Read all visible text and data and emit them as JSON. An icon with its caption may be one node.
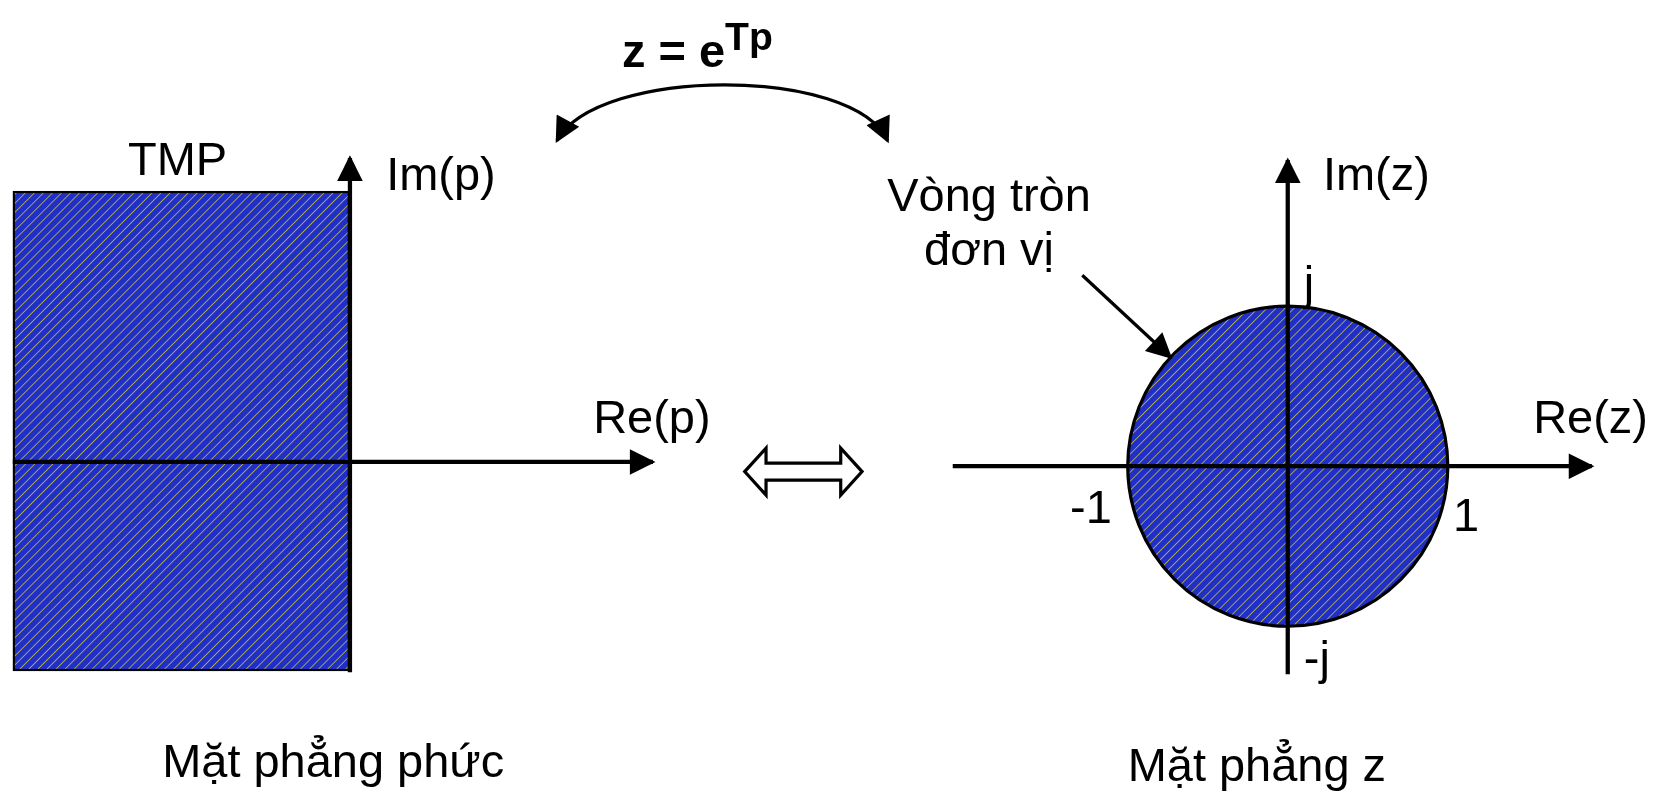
{
  "diagram": {
    "nodes": [
      {
        "text": [
          "TMP"
        ]
      },
      {
        "text": [
          "Vòng tròn đơn vị"
        ]
      },
      {
        "text": [],
        "shape": "circle"
      }
    ],
    "edges": [
      {
        "from": 1,
        "to": 2,
        "arrow": "to"
      }
    ],
    "labels": [
      "z = e$^{Tp}$",
      "Im(p)",
      "Re(p)",
      "Im(z)",
      "j",
      "Re(z)",
      "-1",
      "1",
      "-j",
      "Mặt phẳng phức",
      "Mặt phẳng z"
    ]
  }
}
